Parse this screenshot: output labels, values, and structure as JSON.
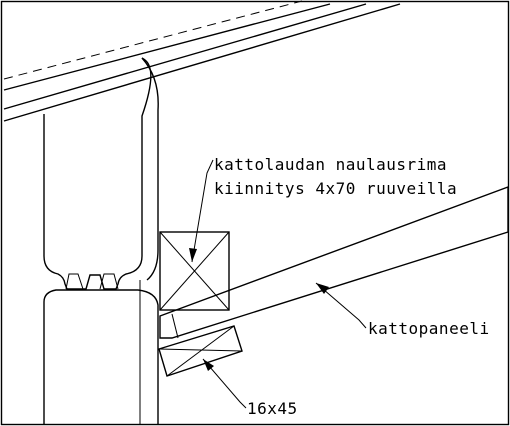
{
  "labels": {
    "batten_line1": "kattolaudan naulausrima",
    "batten_line2": "kiinnitys 4x70 ruuveilla",
    "roof_panel": "kattopaneeli",
    "small_timber": "16x45"
  }
}
